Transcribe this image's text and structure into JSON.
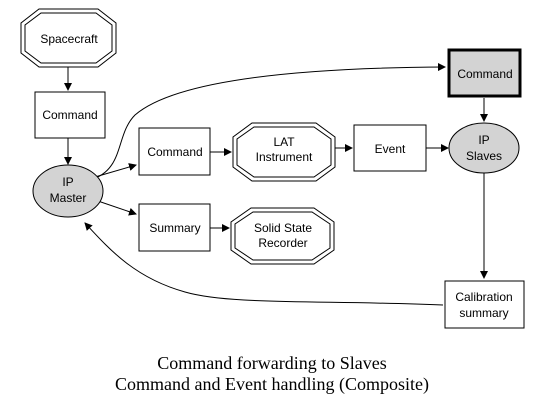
{
  "nodes": {
    "spacecraft": {
      "label": "Spacecraft"
    },
    "command_top": {
      "label": "Command"
    },
    "ip_master": {
      "line1": "IP",
      "line2": "Master"
    },
    "command_mid": {
      "label": "Command"
    },
    "summary": {
      "label": "Summary"
    },
    "lat_instrument": {
      "line1": "LAT",
      "line2": "Instrument"
    },
    "solid_state_recorder": {
      "line1": "Solid State",
      "line2": "Recorder"
    },
    "event": {
      "label": "Event"
    },
    "command_right": {
      "label": "Command"
    },
    "ip_slaves": {
      "line1": "IP",
      "line2": "Slaves"
    },
    "calibration_summary": {
      "line1": "Calibration",
      "line2": "summary"
    }
  },
  "caption": {
    "line1": "Command forwarding to Slaves",
    "line2": "Command and Event handling (Composite)"
  },
  "colors": {
    "node_fill": "#d3d3d3",
    "line": "#000000",
    "background": "#ffffff"
  }
}
